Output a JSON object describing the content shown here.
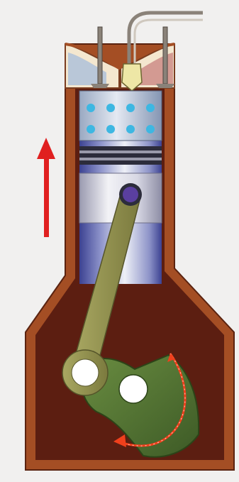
{
  "diagram": {
    "subject": "engine-cylinder-compression-stroke",
    "motion": {
      "piston_direction": "up",
      "crank_rotation": "counter-clockwise"
    },
    "colors": {
      "background": "#f1f0ef",
      "crankcase_outline": "#a44e24",
      "crankcase_interior": "#5c1e11",
      "cylinder_head_cream": "#f4e7cf",
      "cylinder_head_blue": "#b9c7d8",
      "cylinder_head_rose": "#d39a92",
      "cylinder_wall_blue": "#454c9c",
      "cylinder_wall_light": "#e6e9f2",
      "piston_light": "#f2f2f6",
      "piston_mid": "#c9c9d8",
      "compressed_charge_dots": "#3db7e2",
      "piston_ring": "#2c2c3b",
      "wrist_pin": "#5a3fa0",
      "connecting_rod": "#8f8e4c",
      "crank_web": "#4e7232",
      "crank_pin": "#ffffff",
      "spark_plug": "#eee7a6",
      "valve_stem": "#8a8279",
      "direction_arrow": "#e02020",
      "rotation_arrow": "#f0401c"
    },
    "icons": {
      "piston_arrow": "arrow-up-icon",
      "crank_arrow": "rotate-ccw-icon"
    }
  }
}
